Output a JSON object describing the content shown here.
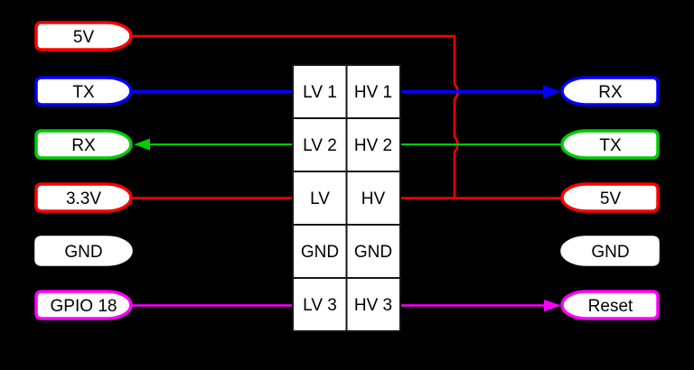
{
  "diagram_type": "level-shifter-wiring",
  "colors": {
    "background": "#000000",
    "wire_red": "#ff0000",
    "wire_blue": "#0000ff",
    "wire_green": "#00cc00",
    "wire_magenta": "#ff00ff",
    "pin_white": "#ffffff",
    "pin_fill": "#ffffff",
    "cell_fill": "#ffffff",
    "cell_border": "#141414",
    "label_text": "#000000"
  },
  "left_pins": [
    {
      "label": "5V",
      "color": "red"
    },
    {
      "label": "TX",
      "color": "blue"
    },
    {
      "label": "RX",
      "color": "green"
    },
    {
      "label": "3.3V",
      "color": "red"
    },
    {
      "label": "GND",
      "color": "white"
    },
    {
      "label": "GPIO 18",
      "color": "magenta"
    }
  ],
  "right_pins": [
    {
      "label": "RX",
      "color": "blue"
    },
    {
      "label": "TX",
      "color": "green"
    },
    {
      "label": "5V",
      "color": "red"
    },
    {
      "label": "GND",
      "color": "white"
    },
    {
      "label": "Reset",
      "color": "magenta"
    }
  ],
  "level_shifter": {
    "rows": [
      {
        "lv": "LV 1",
        "hv": "HV 1"
      },
      {
        "lv": "LV 2",
        "hv": "HV 2"
      },
      {
        "lv": "LV",
        "hv": "HV"
      },
      {
        "lv": "GND",
        "hv": "GND"
      },
      {
        "lv": "LV 3",
        "hv": "HV 3"
      }
    ]
  }
}
